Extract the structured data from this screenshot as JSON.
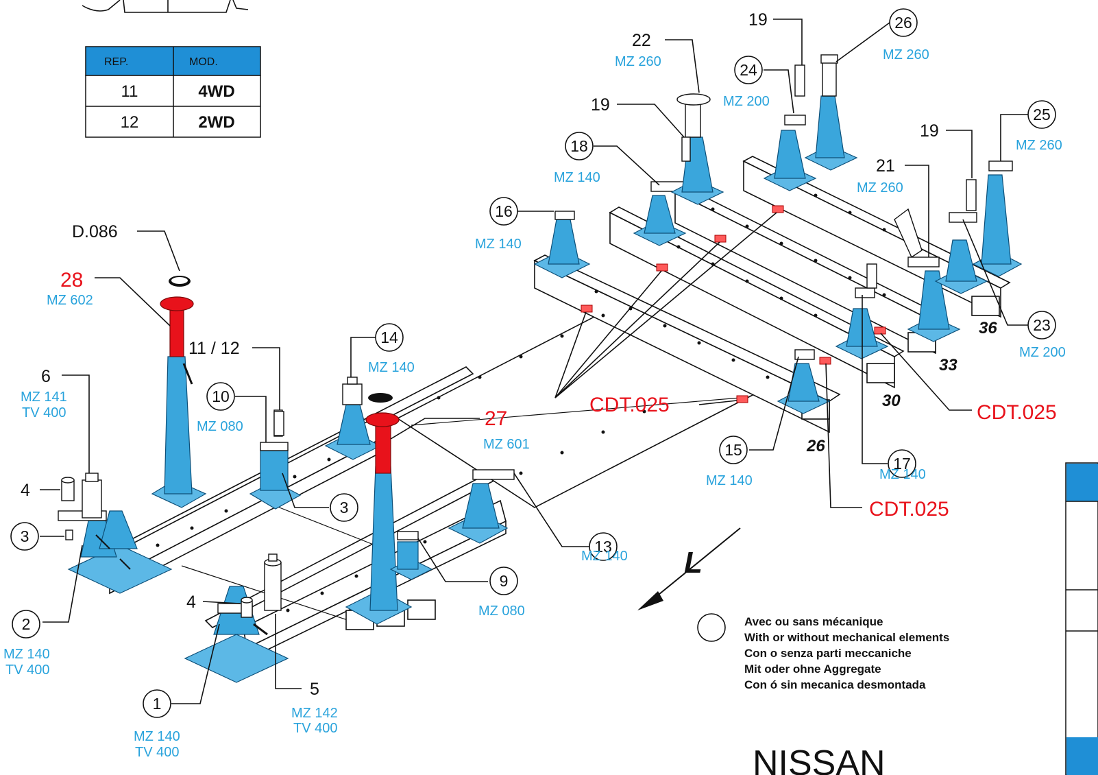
{
  "table": {
    "headers": [
      "REP.",
      "MOD."
    ],
    "rows": [
      [
        "11",
        "4WD"
      ],
      [
        "12",
        "2WD"
      ]
    ],
    "header_color": "#1f8fd6"
  },
  "labels": {
    "d086": "D.086",
    "n28": "28",
    "m28": "MZ 602",
    "n27": "27",
    "m27": "MZ 601",
    "n6": "6",
    "m6a": "MZ 141",
    "m6b": "TV 400",
    "n4a": "4",
    "n4b": "4",
    "n3a": "3",
    "n3b": "3",
    "n2": "2",
    "m2a": "MZ 140",
    "m2b": "TV 400",
    "n1": "1",
    "m1a": "MZ 140",
    "m1b": "TV 400",
    "n5": "5",
    "m5a": "MZ 142",
    "m5b": "TV 400",
    "n10": "10",
    "m10": "MZ 080",
    "n1112": "11 / 12",
    "n14": "14",
    "m14": "MZ 140",
    "n9": "9",
    "m9": "MZ 080",
    "n13": "13",
    "m13": "MZ 140",
    "n16": "16",
    "m16": "MZ 140",
    "n18": "18",
    "m18": "MZ 140",
    "n19a": "19",
    "n19b": "19",
    "n19c": "19",
    "n22": "22",
    "m22": "MZ 260",
    "n24": "24",
    "m24": "MZ 200",
    "n26": "26",
    "m26": "MZ 260",
    "n25": "25",
    "m25": "MZ 260",
    "n21": "21",
    "m21": "MZ 260",
    "n23": "23",
    "m23": "MZ 200",
    "n15": "15",
    "m15": "MZ 140",
    "n17": "17",
    "m17": "MZ 140",
    "cdt1": "CDT.025",
    "cdt2": "CDT.025",
    "cdt3": "CDT.025",
    "rail26": "26",
    "rail30": "30",
    "rail33": "33",
    "rail36": "36",
    "arrow_l": "L"
  },
  "legend": [
    "Avec ou sans mécanique",
    "With or without mechanical elements",
    "Con o senza parti meccaniche",
    "Mit oder ohne Aggregate",
    "Con ó sin mecanica desmontada"
  ],
  "brand": "NISSAN",
  "colors": {
    "label_blue": "#29a3dc",
    "label_red": "#e8121b",
    "part_blue": "#3aa6dc"
  }
}
